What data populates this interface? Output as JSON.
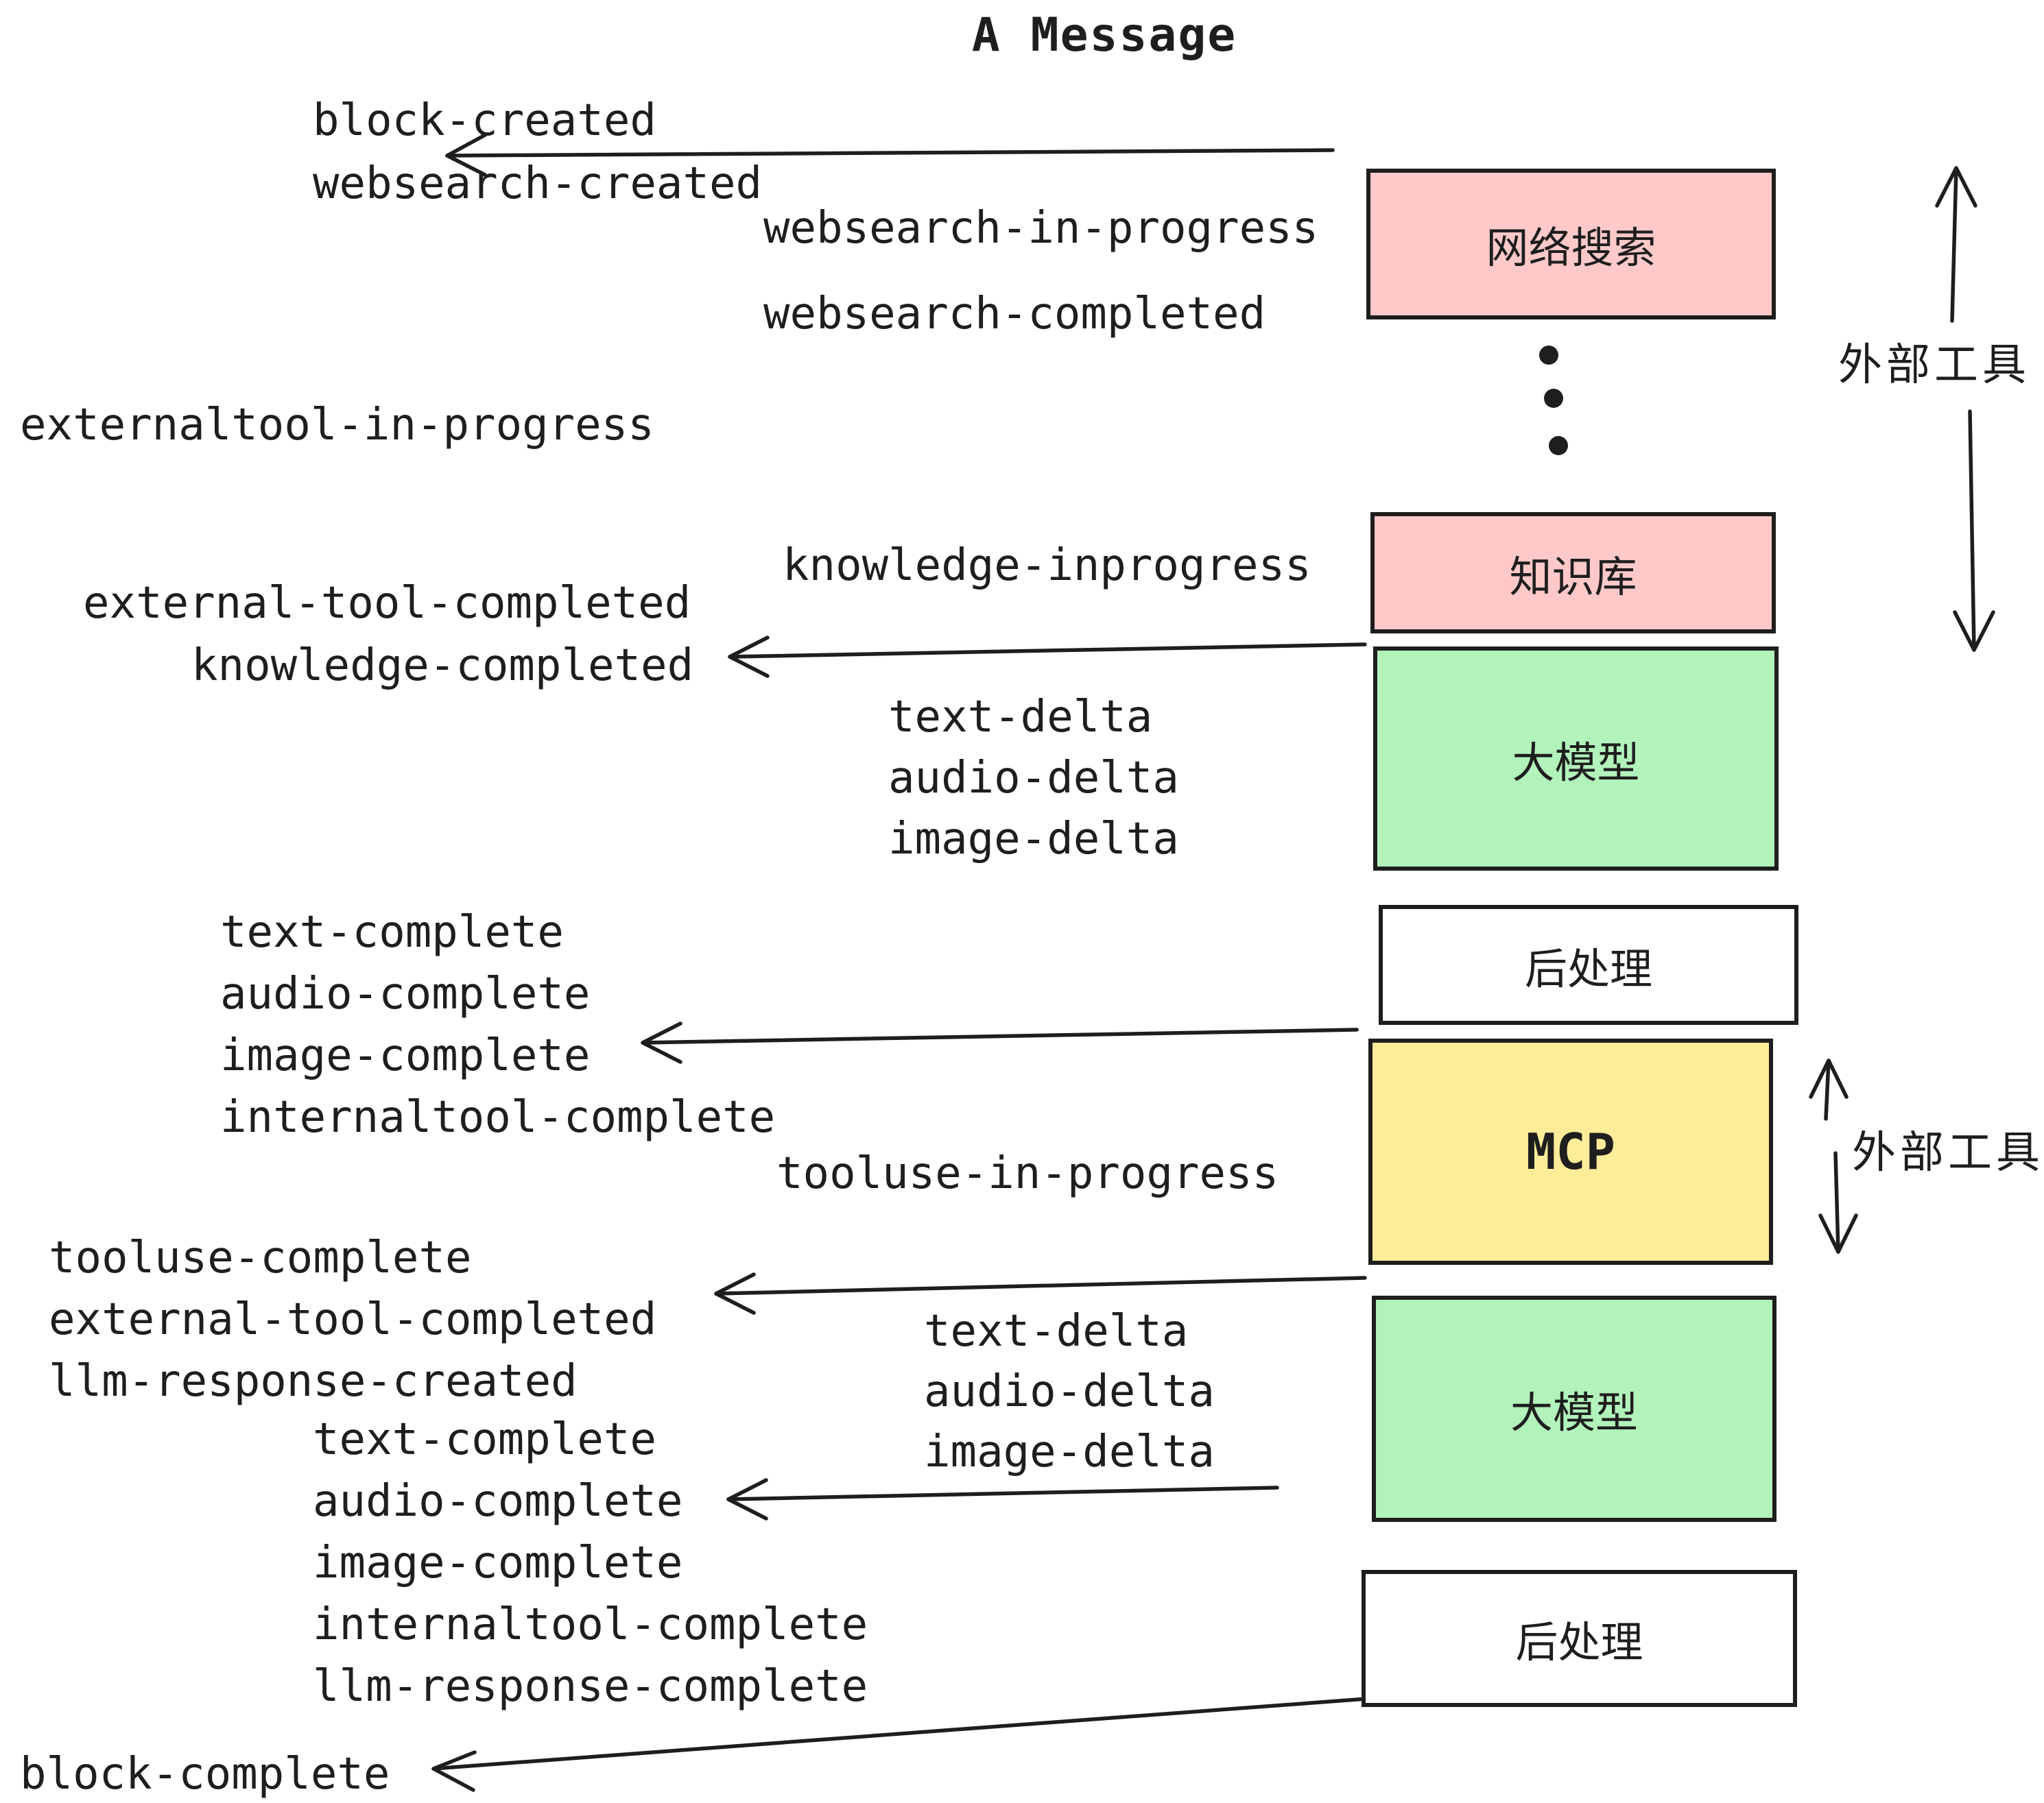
{
  "title": "A Message",
  "colors": {
    "box_pink": "#FFC9C9",
    "box_green": "#B2F2BB",
    "box_yellow": "#FFEC99",
    "box_white": "#FFFFFF",
    "stroke": "#1E1E1E"
  },
  "boxes": [
    {
      "label": "网络搜索",
      "color": "#FFC9C9"
    },
    {
      "label": "知识库",
      "color": "#FFC9C9"
    },
    {
      "label": "大模型",
      "color": "#B2F2BB"
    },
    {
      "label": "后处理",
      "color": "#FFFFFF"
    },
    {
      "label": "MCP",
      "color": "#FFEC99"
    },
    {
      "label": "大模型",
      "color": "#B2F2BB"
    },
    {
      "label": "后处理",
      "color": "#FFFFFF"
    }
  ],
  "side_labels": [
    {
      "text": "外部工具"
    },
    {
      "text": "外部工具"
    }
  ],
  "events": [
    {
      "text": "block-created"
    },
    {
      "text": "websearch-created"
    },
    {
      "text": "websearch-in-progress"
    },
    {
      "text": "websearch-completed"
    },
    {
      "text": "externaltool-in-progress"
    },
    {
      "text": "knowledge-inprogress"
    },
    {
      "text": "external-tool-completed"
    },
    {
      "text": "knowledge-completed"
    },
    {
      "text": "text-delta"
    },
    {
      "text": "audio-delta"
    },
    {
      "text": "image-delta"
    },
    {
      "text": "text-complete"
    },
    {
      "text": "audio-complete"
    },
    {
      "text": "image-complete"
    },
    {
      "text": "internaltool-complete"
    },
    {
      "text": "tooluse-in-progress"
    },
    {
      "text": "tooluse-complete"
    },
    {
      "text": "external-tool-completed"
    },
    {
      "text": "llm-response-created"
    },
    {
      "text": "text-complete"
    },
    {
      "text": "audio-complete"
    },
    {
      "text": "text-delta"
    },
    {
      "text": "audio-delta"
    },
    {
      "text": "image-delta"
    },
    {
      "text": "image-complete"
    },
    {
      "text": "internaltool-complete"
    },
    {
      "text": "llm-response-complete"
    },
    {
      "text": "block-complete"
    }
  ]
}
